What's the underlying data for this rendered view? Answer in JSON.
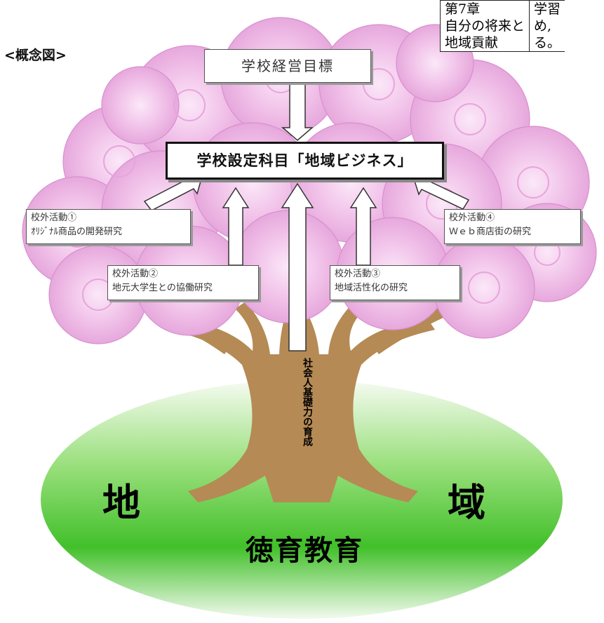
{
  "heading": "<概念図>",
  "chapter_table": {
    "left_lines": [
      "第7章",
      "自分の将来と",
      "地域貢献"
    ],
    "right_lines": [
      "学習",
      "め,",
      "る。"
    ]
  },
  "diagram": {
    "goal": "学校経営目標",
    "subject": "学校設定科目「地域ビジネス」",
    "activities": [
      {
        "title": "校外活動①",
        "desc": "ｵﾘｼﾞﾅﾙ商品の開発研究"
      },
      {
        "title": "校外活動②",
        "desc": "地元大学生との協働研究"
      },
      {
        "title": "校外活動③",
        "desc": "地域活性化の研究"
      },
      {
        "title": "校外活動④",
        "desc": "Ｗｅｂ商店街の研究"
      }
    ],
    "trunk_label": "社会人基礎力の育成",
    "ground_left": "地",
    "ground_right": "域",
    "ground_center": "徳育教育"
  },
  "colors": {
    "blossom": "#f4c6ec",
    "blossom_edge": "#d98fd0",
    "trunk": "#b58a55",
    "ground_dark": "#3fbf2a",
    "ground_light": "#eef8e6"
  }
}
